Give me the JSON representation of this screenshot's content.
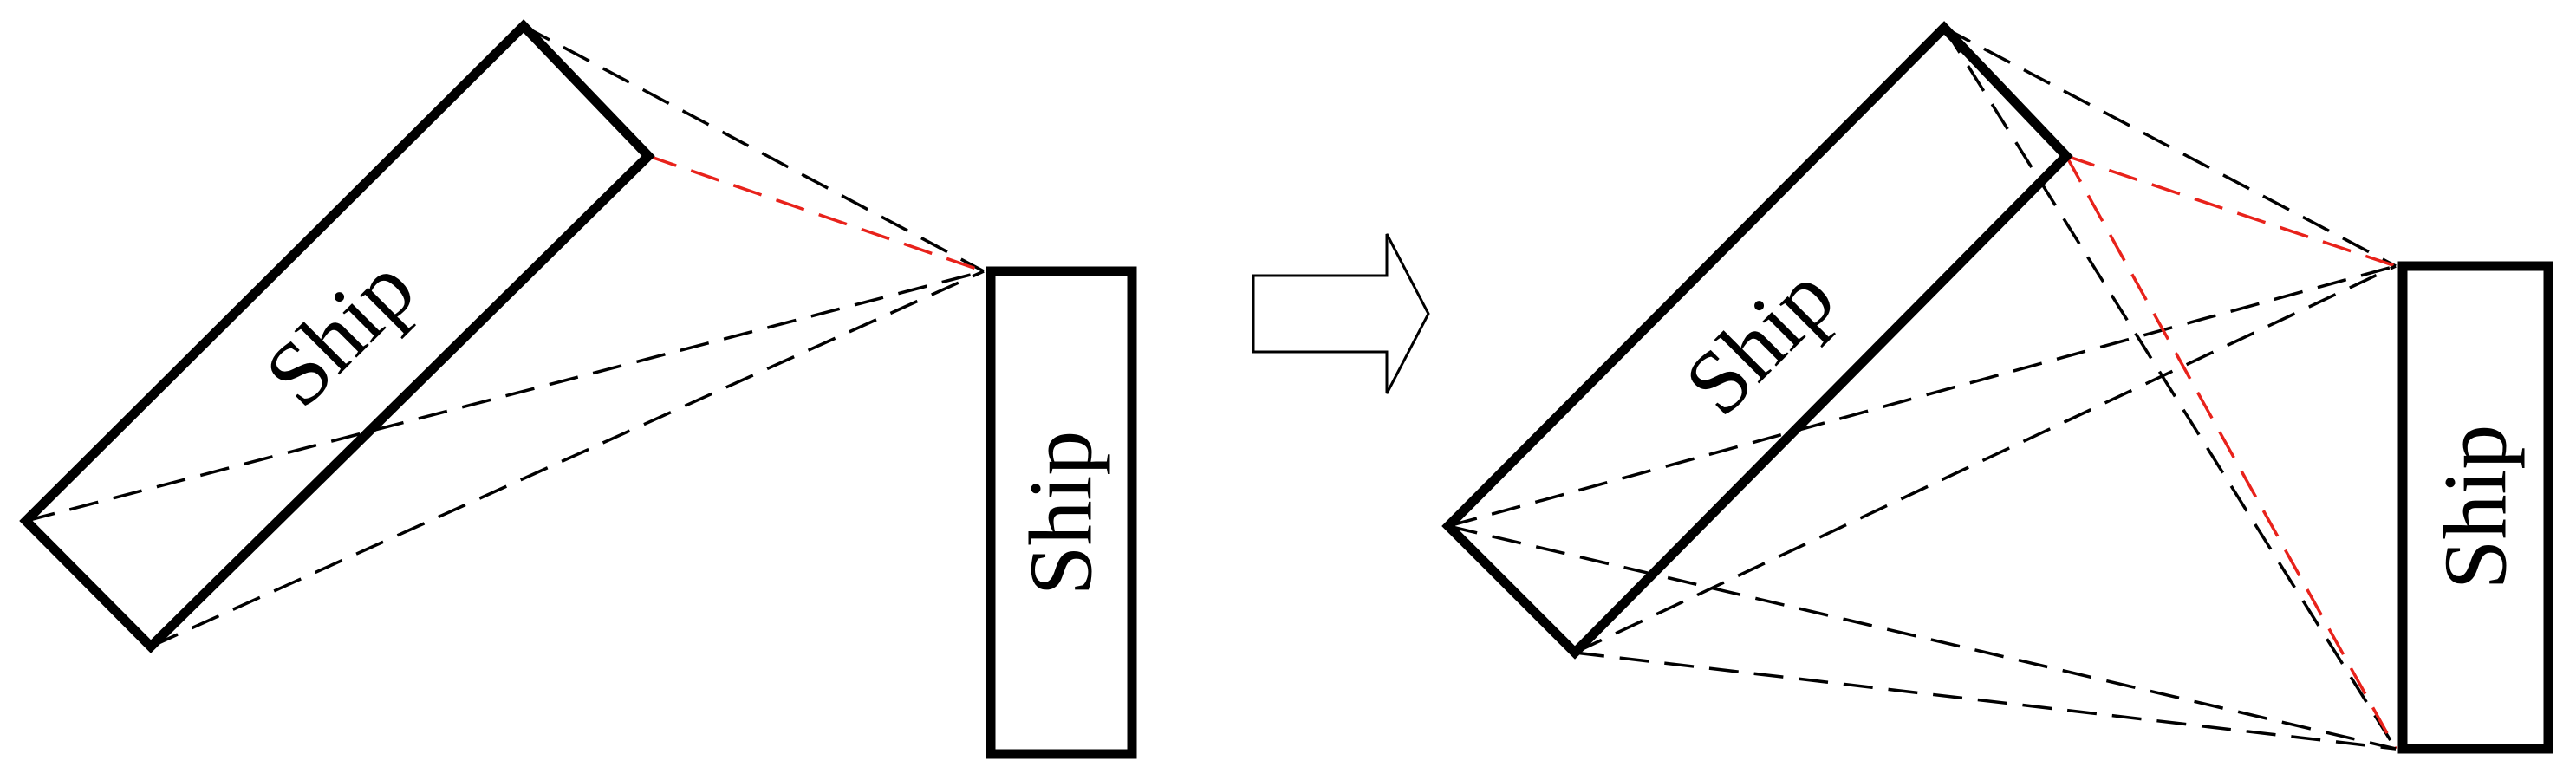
{
  "labels": {
    "ship_left_angled": "Ship",
    "ship_left_vertical": "Ship",
    "ship_right_angled": "Ship",
    "ship_right_vertical": "Ship"
  },
  "colors": {
    "outline": "#000000",
    "black_dash": "#000000",
    "red_dash": "#e8221b",
    "arrow_fill": "#ffffff"
  },
  "icons": {
    "transition_arrow": "right-arrow-icon"
  }
}
